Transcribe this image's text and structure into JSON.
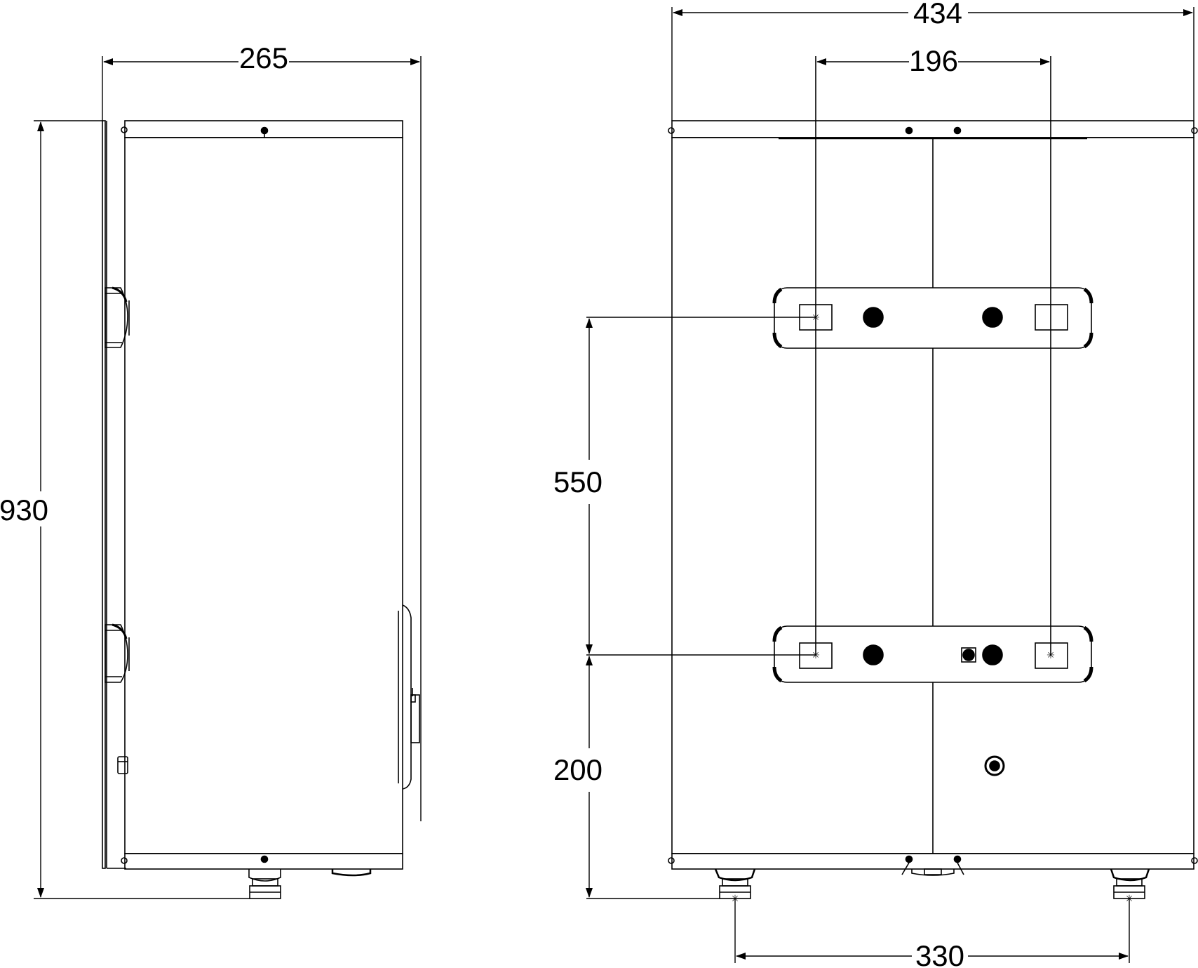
{
  "dimensions": {
    "side_width": "265",
    "height": "930",
    "front_width": "434",
    "bracket_spacing": "196",
    "bracket_vertical": "550",
    "bottom_to_bracket": "200",
    "pipe_spacing": "330"
  }
}
